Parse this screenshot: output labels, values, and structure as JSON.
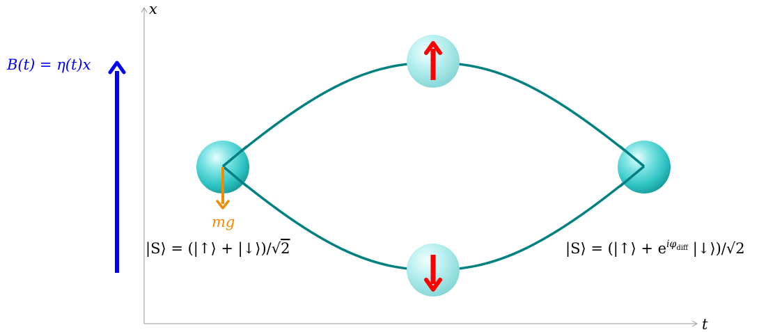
{
  "axes": {
    "x_label": "x",
    "t_label": "t"
  },
  "field": {
    "label": "B(t) = η(t)x",
    "color": "#0000ff"
  },
  "gravity": {
    "label": "mg",
    "color": "#f08c00"
  },
  "paths": {
    "color": "#008080"
  },
  "spin_arrow_color": "#ff0000",
  "atom_color": "#40d0d0",
  "states": {
    "initial": {
      "pre": "|S⟩ = (|↑⟩ + |↓⟩)/",
      "root": "√",
      "radicand": "2"
    },
    "final": {
      "pre": "|S⟩ = (|↑⟩ + e",
      "exp_i": "iφ",
      "exp_sub": "diff",
      "post": " |↓⟩)/",
      "root": "√",
      "radicand": "2"
    }
  }
}
